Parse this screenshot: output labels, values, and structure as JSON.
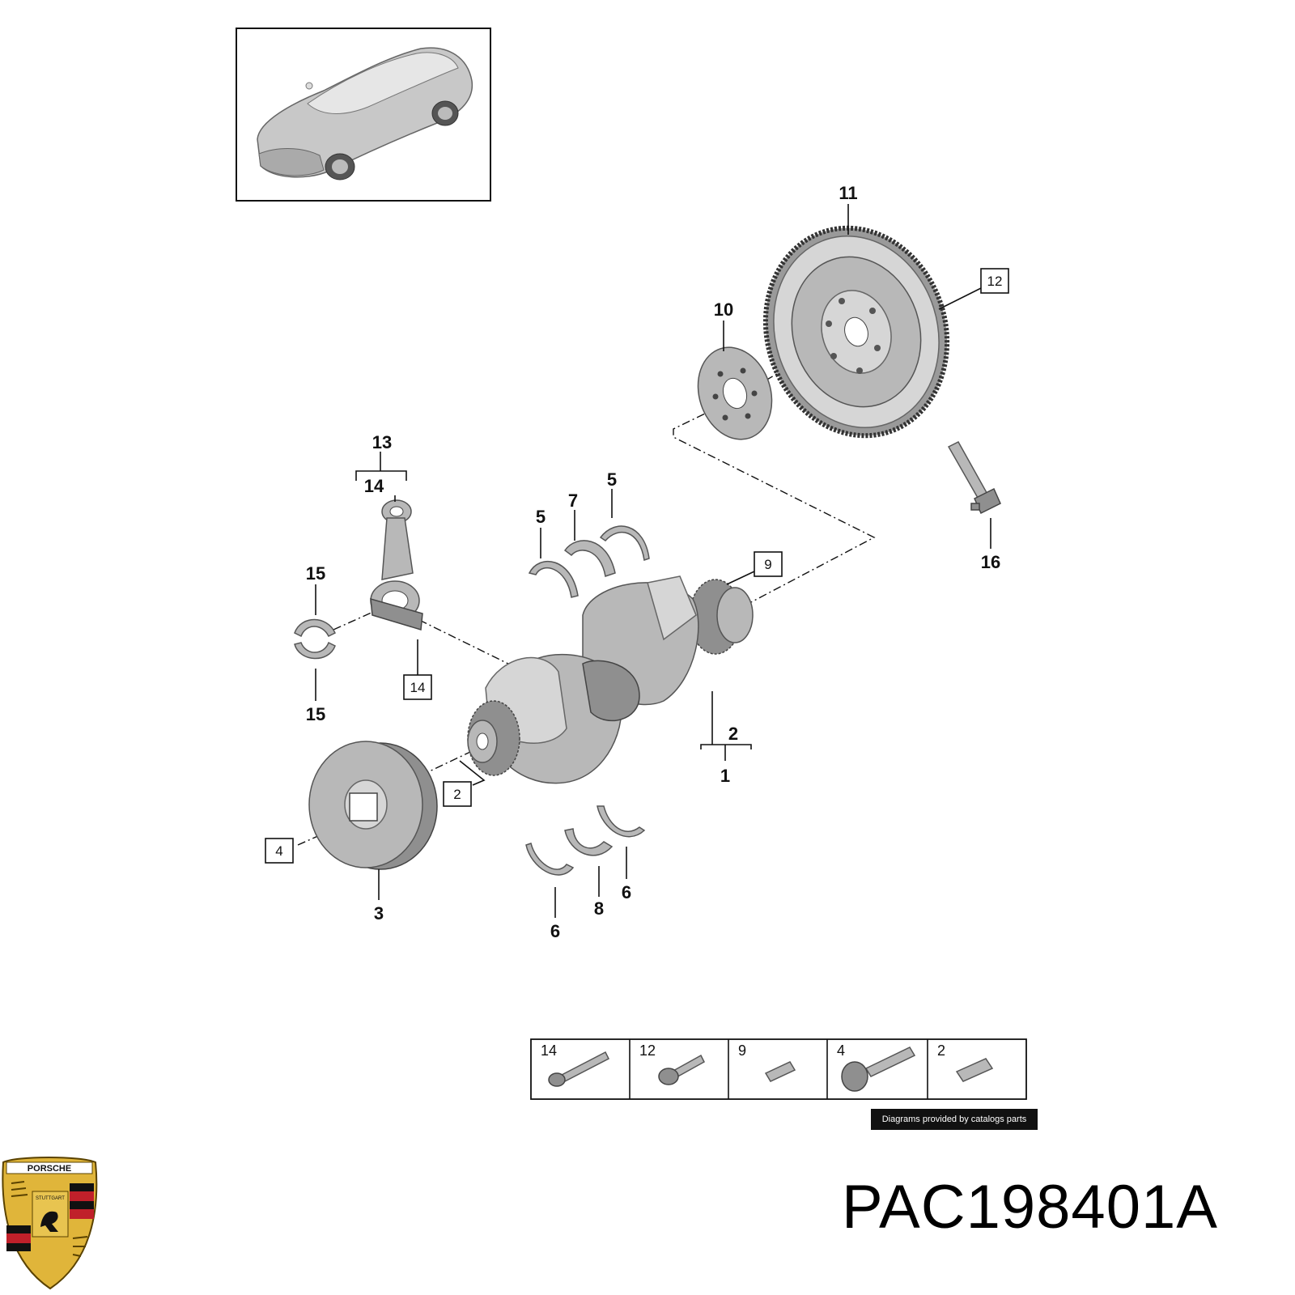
{
  "callouts": {
    "c1": "1",
    "c2": "2",
    "c2box": "2",
    "c3": "3",
    "c4box": "4",
    "c5a": "5",
    "c5b": "5",
    "c6a": "6",
    "c6b": "6",
    "c7": "7",
    "c8": "8",
    "c9box": "9",
    "c10": "10",
    "c11": "11",
    "c12box": "12",
    "c13": "13",
    "c14": "14",
    "c14box": "14",
    "c15a": "15",
    "c15b": "15",
    "c16": "16"
  },
  "legend": {
    "cells": [
      {
        "label": "14"
      },
      {
        "label": "12"
      },
      {
        "label": "9"
      },
      {
        "label": "4"
      },
      {
        "label": "2"
      }
    ]
  },
  "credit": "Diagrams provided by catalogs parts",
  "part_code": "PAC198401A",
  "logo": {
    "text": "PORSCHE",
    "subtext": "STUTTGART",
    "colors": {
      "gold": "#e0b53a",
      "red": "#c0202a",
      "black": "#111111"
    }
  }
}
